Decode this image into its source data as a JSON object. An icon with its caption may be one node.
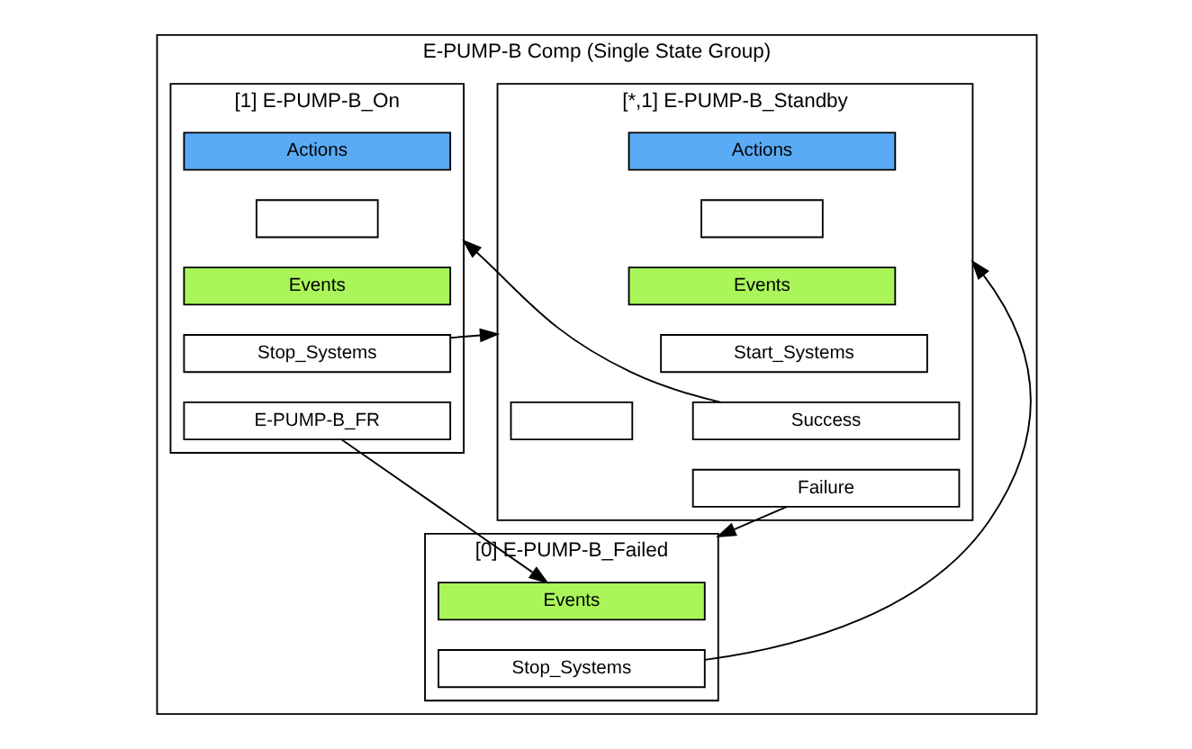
{
  "diagram": {
    "nodes": [
      {
        "text": [
          "E-PUMP-B Comp (Single State Group)"
        ]
      },
      {
        "text": [
          "[*,1] E-PUMP-B_Standby"
        ],
        "in": 0
      },
      {
        "text": [
          "Actions"
        ],
        "in": 1
      },
      {
        "text": [],
        "shape": "box",
        "in": 1
      },
      {
        "text": [
          "Events"
        ],
        "in": 1
      },
      {
        "text": [
          "Start_Systems"
        ],
        "in": 1
      },
      {
        "text": [],
        "shape": "box",
        "in": 1
      },
      {
        "text": [
          "Success"
        ],
        "in": 1
      },
      {
        "text": [
          "Failure"
        ],
        "in": 1
      },
      {
        "text": [
          "[1] E-PUMP-B_On"
        ],
        "in": 0
      },
      {
        "text": [
          "Actions"
        ],
        "in": 9
      },
      {
        "text": [],
        "shape": "box",
        "in": 9
      },
      {
        "text": [
          "Events"
        ],
        "in": 9
      },
      {
        "text": [
          "Stop_Systems"
        ],
        "in": 9
      },
      {
        "text": [
          "E-PUMP-B_FR"
        ],
        "in": 9
      },
      {
        "text": [
          "[0] E-PUMP-B_Failed"
        ],
        "in": 0
      },
      {
        "text": [
          "Events"
        ],
        "in": 15
      },
      {
        "text": [
          "Stop_Systems"
        ],
        "in": 15
      }
    ],
    "edges": [
      {
        "from": 7,
        "to": 9,
        "arrow": "to"
      },
      {
        "from": 13,
        "to": 1,
        "arrow": "to"
      },
      {
        "from": 8,
        "to": 15,
        "arrow": "to"
      },
      {
        "from": 14,
        "to": 16,
        "arrow": "to"
      },
      {
        "from": 17,
        "to": 1,
        "arrow": "to"
      }
    ]
  }
}
